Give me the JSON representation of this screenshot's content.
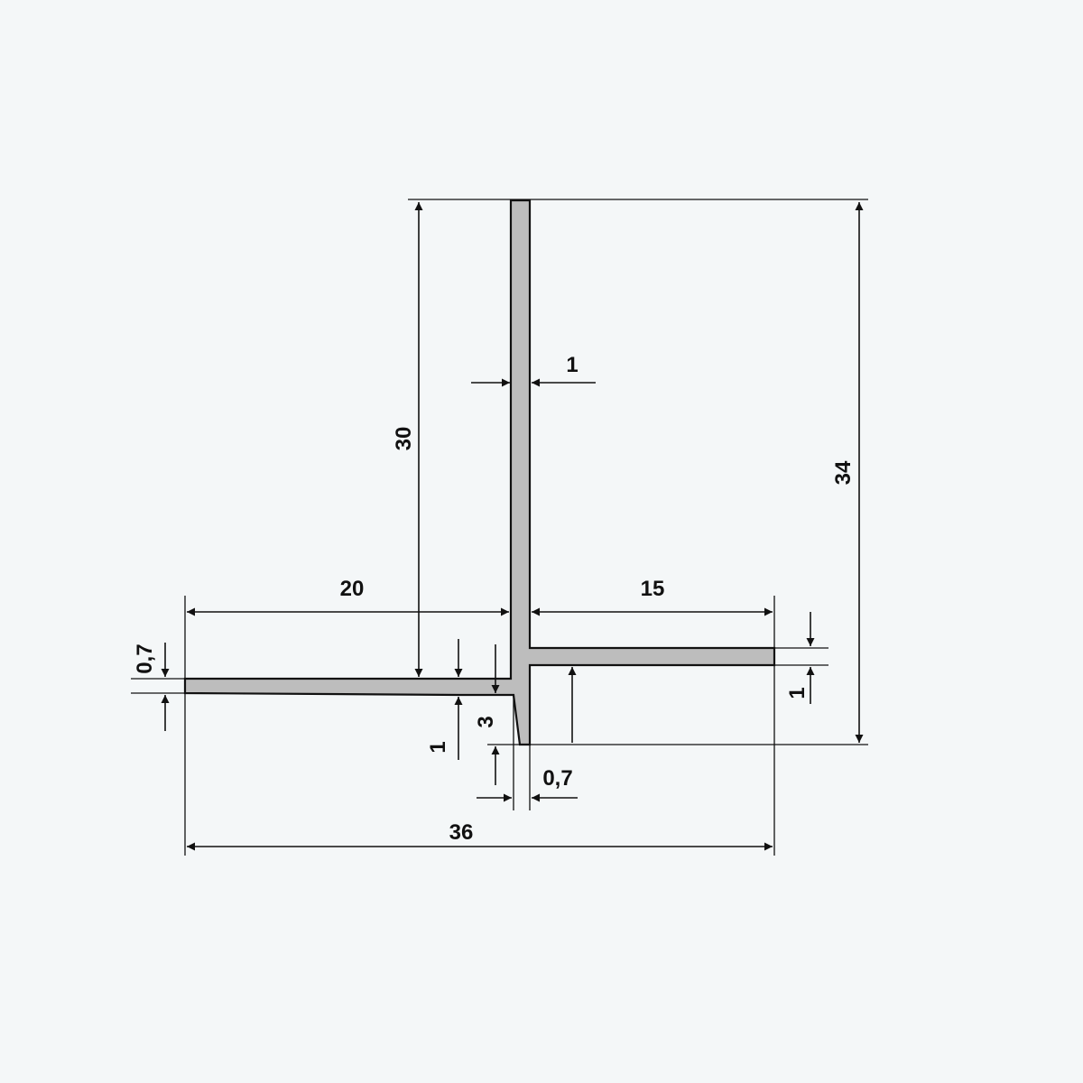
{
  "drawing": {
    "colors": {
      "background": "#f4f7f8",
      "profile_fill": "#bdbdbd",
      "ink": "#111111"
    },
    "dimensions": {
      "vertical_leg_height": "30",
      "total_height": "34",
      "left_flange_width": "20",
      "right_flange_width": "15",
      "total_width": "36",
      "web_thickness": "1",
      "left_flange_thickness": "0,7",
      "right_flange_thickness": "1",
      "lower_stub_height": "3",
      "lower_stub_thickness": "0,7",
      "left_flange_root_thickness": "1"
    }
  }
}
